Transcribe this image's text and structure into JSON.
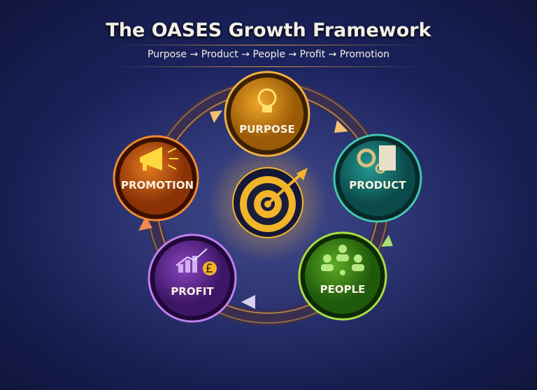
{
  "title": "The OASES Growth Framework",
  "subtitle": "Purpose → Product → People → Profit → Promotion",
  "stages": [
    {
      "label": "PURPOSE",
      "icon": "lightbulb-icon",
      "color": "#d98a12"
    },
    {
      "label": "PRODUCT",
      "icon": "gears-document-icon",
      "color": "#1a7c78"
    },
    {
      "label": "PEOPLE",
      "icon": "team-network-icon",
      "color": "#3f8d1c"
    },
    {
      "label": "PROFIT",
      "icon": "growth-chart-pound-icon",
      "color": "#6a2f9a"
    },
    {
      "label": "PROMOTION",
      "icon": "megaphone-icon",
      "color": "#c95a10"
    }
  ],
  "center": {
    "icon": "target-arrow-icon",
    "color": "#f2b52a"
  }
}
